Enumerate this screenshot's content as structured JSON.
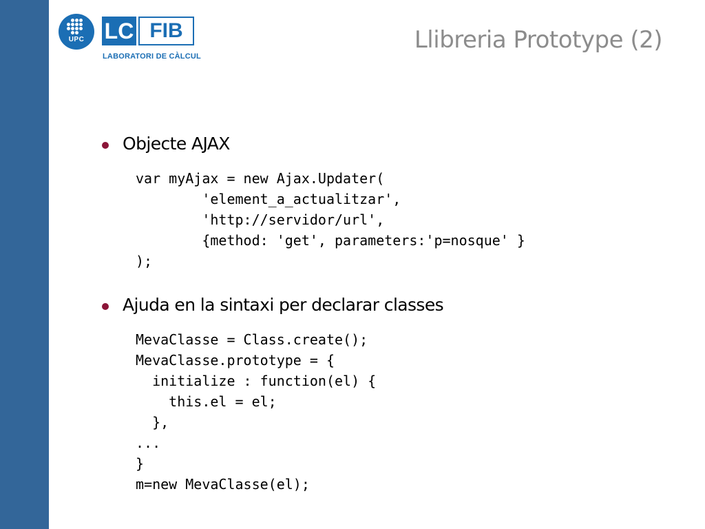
{
  "header": {
    "title": "Llibreria Prototype (2)",
    "logo_upc_text": "UPC",
    "logo_lc_text": "LC",
    "logo_fib_text": "FIB",
    "logo_lab_text": "LABORATORI DE CÀLCUL"
  },
  "colors": {
    "sidebar": "#336699",
    "logo_blue": "#1b6eb4",
    "bullet": "#8b1538",
    "title": "#8c8c8c"
  },
  "content": {
    "bullets": [
      {
        "text": "Objecte AJAX",
        "code": [
          "var myAjax = new Ajax.Updater(",
          "        'element_a_actualitzar',",
          "        'http://servidor/url',",
          "        {method: 'get', parameters:'p=nosque' }",
          ");"
        ]
      },
      {
        "text": "Ajuda en la sintaxi per declarar classes",
        "code": [
          "MevaClasse = Class.create();",
          "MevaClasse.prototype = {",
          "  initialize : function(el) {",
          "    this.el = el;",
          "  },",
          "...",
          "}",
          "m=new MevaClasse(el);"
        ]
      }
    ]
  }
}
